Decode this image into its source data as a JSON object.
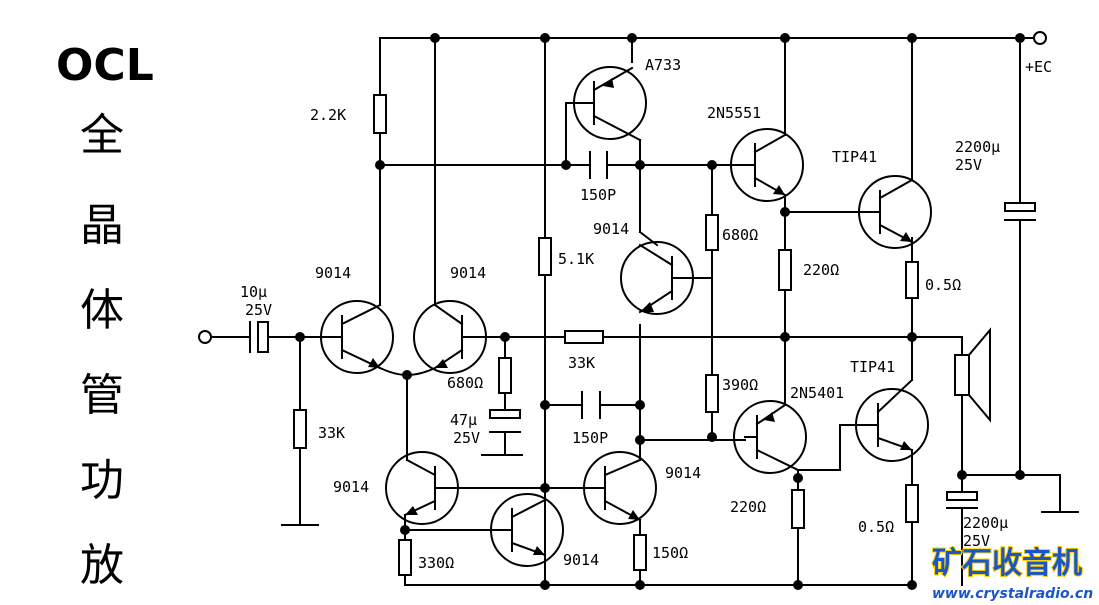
{
  "title": {
    "line1": "OCL",
    "chars": [
      "全",
      "晶",
      "体",
      "管",
      "功",
      "放"
    ]
  },
  "labels": {
    "supply": "+EC",
    "t_a733": "A733",
    "t_2n5551": "2N5551",
    "t_tip41_top": "TIP41",
    "t_tip41_bot": "TIP41",
    "t_2n5401": "2N5401",
    "t_9014_in_l": "9014",
    "t_9014_in_r": "9014",
    "t_9014_vas": "9014",
    "t_9014_cs": "9014",
    "t_9014_mirror": "9014",
    "t_9014_bl": "9014",
    "r_2k2": "2.2K",
    "c_150p_top": "150P",
    "r_5k1": "5.1K",
    "r_680_top": "680Ω",
    "r_220_top": "220Ω",
    "r_05_top": "0.5Ω",
    "c_2200_top_a": "2200µ",
    "c_2200_top_b": "25V",
    "c_in_a": "10µ",
    "c_in_b": "25V",
    "r_33k_in": "33K",
    "r_680_fb": "680Ω",
    "c_47_a": "47µ",
    "c_47_b": "25V",
    "r_33k_fb": "33K",
    "c_150p_bot": "150P",
    "r_390": "390Ω",
    "r_220_bot": "220Ω",
    "r_05_bot": "0.5Ω",
    "c_2200_bot_a": "2200µ",
    "c_2200_bot_b": "25V",
    "r_330": "330Ω",
    "r_150": "150Ω"
  },
  "watermark": {
    "name": "矿石收音机",
    "url": "www.crystalradio.cn",
    "color_fill": "#1a56c8",
    "color_outline": "#ffd400"
  }
}
